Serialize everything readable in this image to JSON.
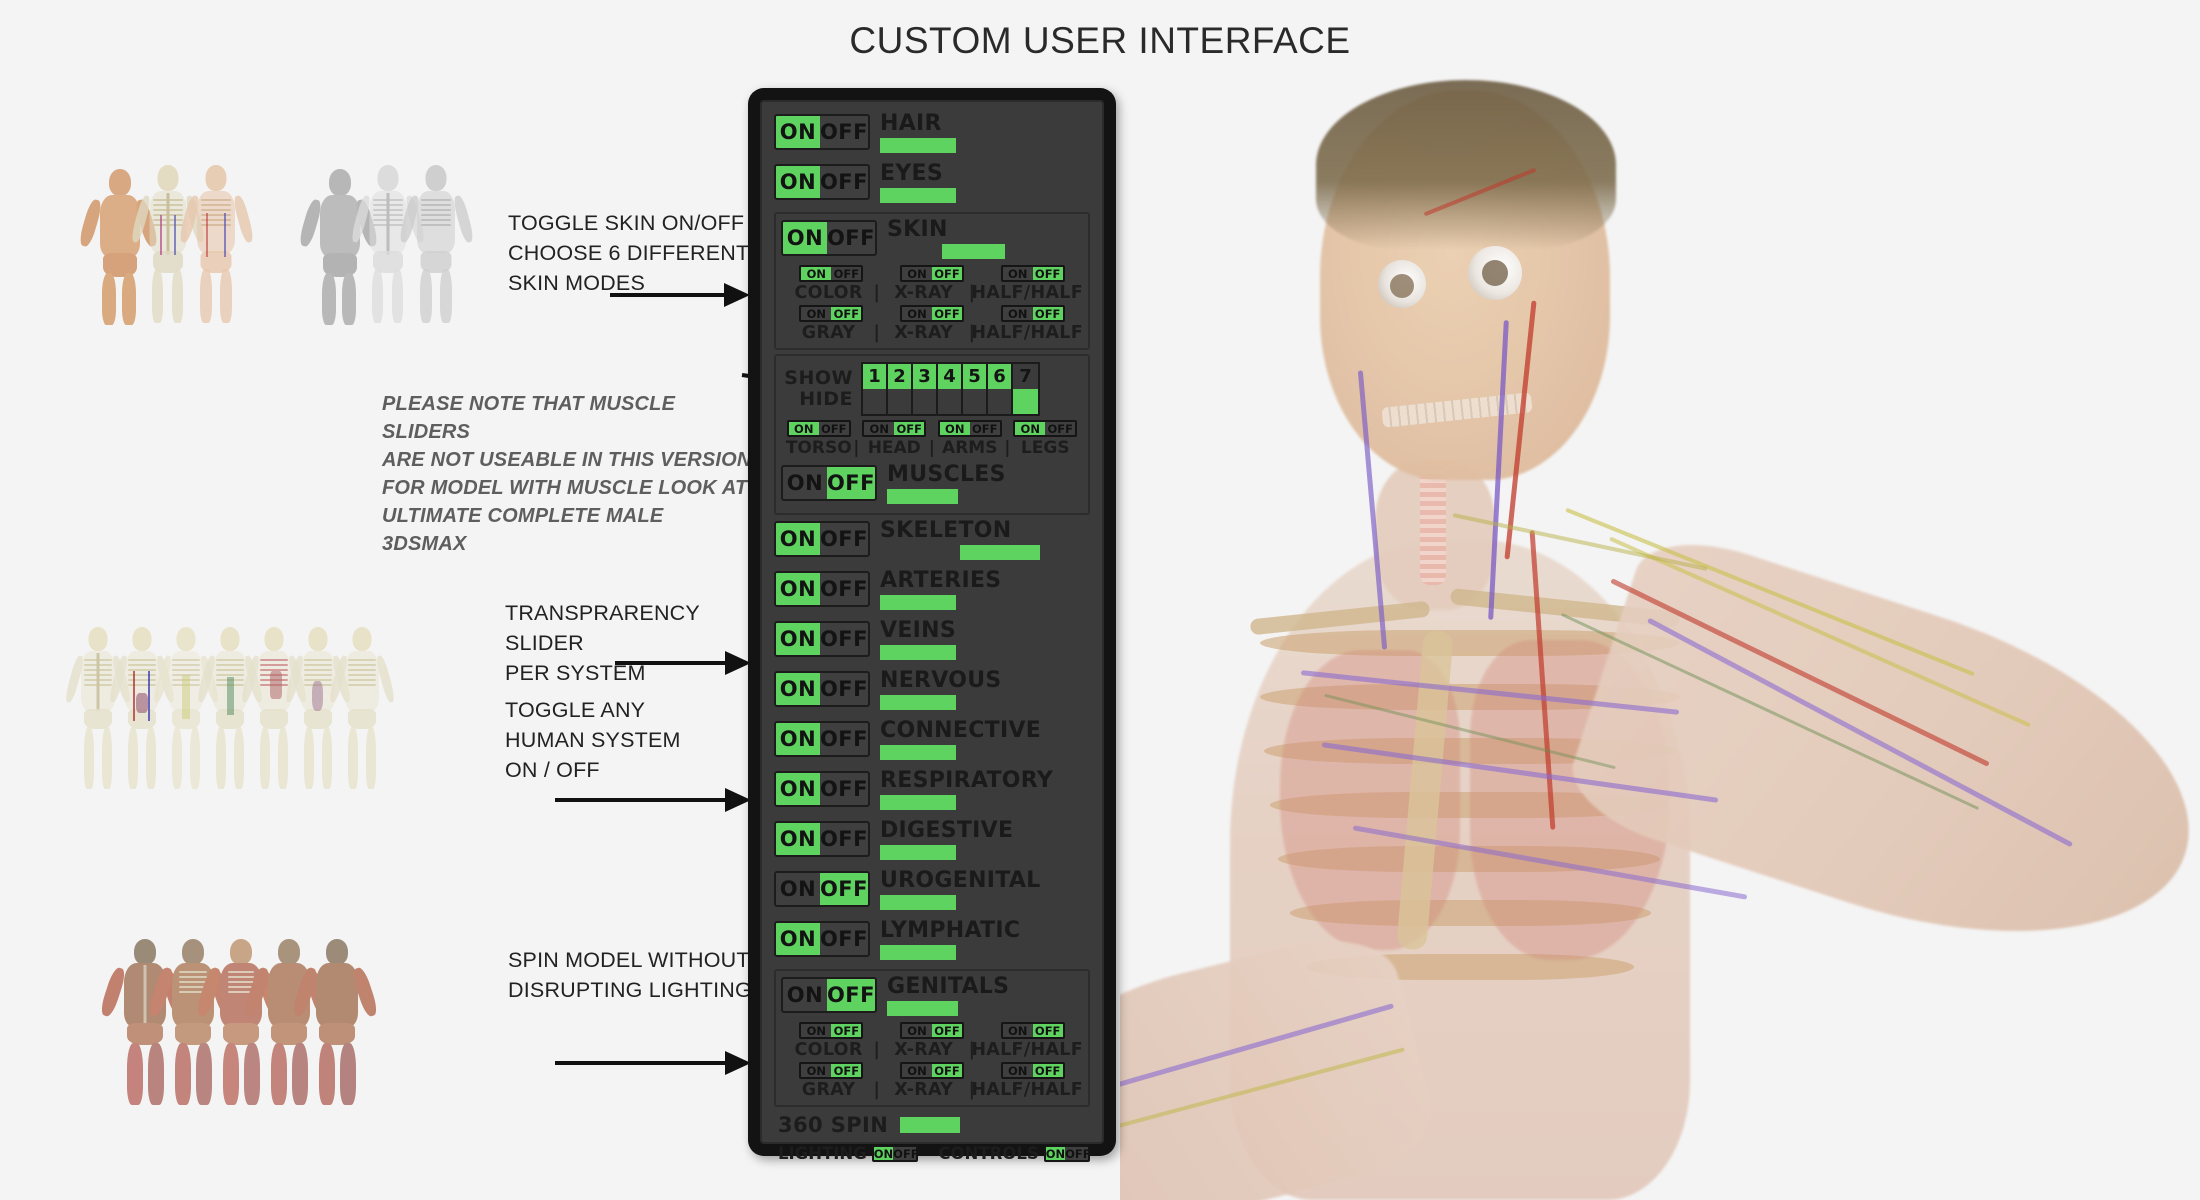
{
  "page": {
    "title": "CUSTOM USER INTERFACE",
    "background_color": "#f4f4f4"
  },
  "colors": {
    "accent_green": "#5fd35f",
    "panel_outer": "#131313",
    "panel_inner": "#3b3b3b",
    "toggle_text": "#131313",
    "label_text": "#1a1a1a",
    "annotation_text": "#222222",
    "note_text": "#5e5e5e"
  },
  "annotations": [
    {
      "id": "skin-annotation",
      "text": "TOGGLE SKIN ON/OFF\nCHOOSE 6 DIFFERENT\nSKIN MODES",
      "style": "normal"
    },
    {
      "id": "muscle-slider-note",
      "text": "PLEASE NOTE THAT MUSCLE SLIDERS\nARE NOT USEABLE IN THIS VERSION\nFOR MODEL WITH MUSCLE LOOK AT\nULTIMATE COMPLETE MALE 3DSMAX",
      "style": "italic"
    },
    {
      "id": "transparency-annotation",
      "text": "TRANSPRARENCY SLIDER\nPER SYSTEM",
      "style": "normal"
    },
    {
      "id": "toggle-system-annotation",
      "text": "TOGGLE ANY\nHUMAN SYSTEM\nON / OFF",
      "style": "normal"
    },
    {
      "id": "spin-annotation",
      "text": "SPIN MODEL WITHOUT\nDISRUPTING LIGHTING",
      "style": "normal"
    }
  ],
  "panel": {
    "toggle_labels": {
      "on": "ON",
      "off": "OFF"
    },
    "systems": [
      {
        "name": "HAIR",
        "state": "on",
        "slider_pct": 36,
        "slider_offset_pct": 0,
        "grouped": false
      },
      {
        "name": "EYES",
        "state": "on",
        "slider_pct": 36,
        "slider_offset_pct": 0,
        "grouped": false
      },
      {
        "name": "SKIN",
        "state": "on",
        "slider_pct": 32,
        "slider_offset_pct": 28,
        "grouped": true
      },
      {
        "name": "MUSCLES",
        "state": "off",
        "slider_pct": 36,
        "slider_offset_pct": 0,
        "grouped": true
      },
      {
        "name": "SKELETON",
        "state": "on",
        "slider_pct": 38,
        "slider_offset_pct": 38,
        "grouped": false
      },
      {
        "name": "ARTERIES",
        "state": "on",
        "slider_pct": 36,
        "slider_offset_pct": 0,
        "grouped": false
      },
      {
        "name": "VEINS",
        "state": "on",
        "slider_pct": 36,
        "slider_offset_pct": 0,
        "grouped": false
      },
      {
        "name": "NERVOUS",
        "state": "on",
        "slider_pct": 36,
        "slider_offset_pct": 0,
        "grouped": false
      },
      {
        "name": "CONNECTIVE",
        "state": "on",
        "slider_pct": 36,
        "slider_offset_pct": 0,
        "grouped": false
      },
      {
        "name": "RESPIRATORY",
        "state": "on",
        "slider_pct": 36,
        "slider_offset_pct": 0,
        "grouped": false
      },
      {
        "name": "DIGESTIVE",
        "state": "on",
        "slider_pct": 36,
        "slider_offset_pct": 0,
        "grouped": false
      },
      {
        "name": "UROGENITAL",
        "state": "off",
        "slider_pct": 36,
        "slider_offset_pct": 0,
        "grouped": false
      },
      {
        "name": "LYMPHATIC",
        "state": "on",
        "slider_pct": 36,
        "slider_offset_pct": 0,
        "grouped": false
      },
      {
        "name": "GENITALS",
        "state": "off",
        "slider_pct": 36,
        "slider_offset_pct": 0,
        "grouped": true
      }
    ],
    "skin_modes": {
      "row1": [
        {
          "label": "COLOR",
          "state": "on"
        },
        {
          "label": "X-RAY",
          "state": "off"
        },
        {
          "label": "HALF/HALF",
          "state": "off"
        }
      ],
      "row2": [
        {
          "label": "GRAY",
          "state": "off"
        },
        {
          "label": "X-RAY",
          "state": "off"
        },
        {
          "label": "HALF/HALF",
          "state": "off"
        }
      ]
    },
    "genital_modes": {
      "row1": [
        {
          "label": "COLOR",
          "state": "off"
        },
        {
          "label": "X-RAY",
          "state": "off"
        },
        {
          "label": "HALF/HALF",
          "state": "off"
        }
      ],
      "row2": [
        {
          "label": "GRAY",
          "state": "off"
        },
        {
          "label": "X-RAY",
          "state": "off"
        },
        {
          "label": "HALF/HALF",
          "state": "off"
        }
      ]
    },
    "muscle_layers": {
      "show_label": "SHOW",
      "hide_label": "HIDE",
      "numbers": [
        {
          "value": "1",
          "show": true,
          "hide": false
        },
        {
          "value": "2",
          "show": true,
          "hide": false
        },
        {
          "value": "3",
          "show": true,
          "hide": false
        },
        {
          "value": "4",
          "show": true,
          "hide": false
        },
        {
          "value": "5",
          "show": true,
          "hide": false
        },
        {
          "value": "6",
          "show": true,
          "hide": false
        },
        {
          "value": "7",
          "show": false,
          "hide": true
        }
      ]
    },
    "regions": [
      {
        "label": "TORSO",
        "state": "on"
      },
      {
        "label": "HEAD",
        "state": "off"
      },
      {
        "label": "ARMS",
        "state": "on"
      },
      {
        "label": "LEGS",
        "state": "on"
      }
    ],
    "spin": {
      "label": "360 SPIN",
      "slider_pct": 100
    },
    "footer": {
      "lighting_label": "LIGHTING",
      "lighting_state": "on",
      "controls_label": "CONTROLS",
      "controls_state": "on"
    }
  },
  "thumbnails": [
    {
      "id": "skin-modes-thumb-color",
      "caption": "",
      "figure_count": 3,
      "palette": "color"
    },
    {
      "id": "skin-modes-thumb-gray",
      "caption": "",
      "figure_count": 3,
      "palette": "gray"
    },
    {
      "id": "systems-thumb-skeletons",
      "caption": "",
      "figure_count": 7,
      "palette": "bone"
    },
    {
      "id": "muscle-thumb",
      "caption": "",
      "figure_count": 5,
      "palette": "muscle"
    }
  ],
  "main_render": {
    "id": "anatomical-male-render",
    "description": "Semi-transparent anatomical male model, upper body, arms outstretched"
  }
}
